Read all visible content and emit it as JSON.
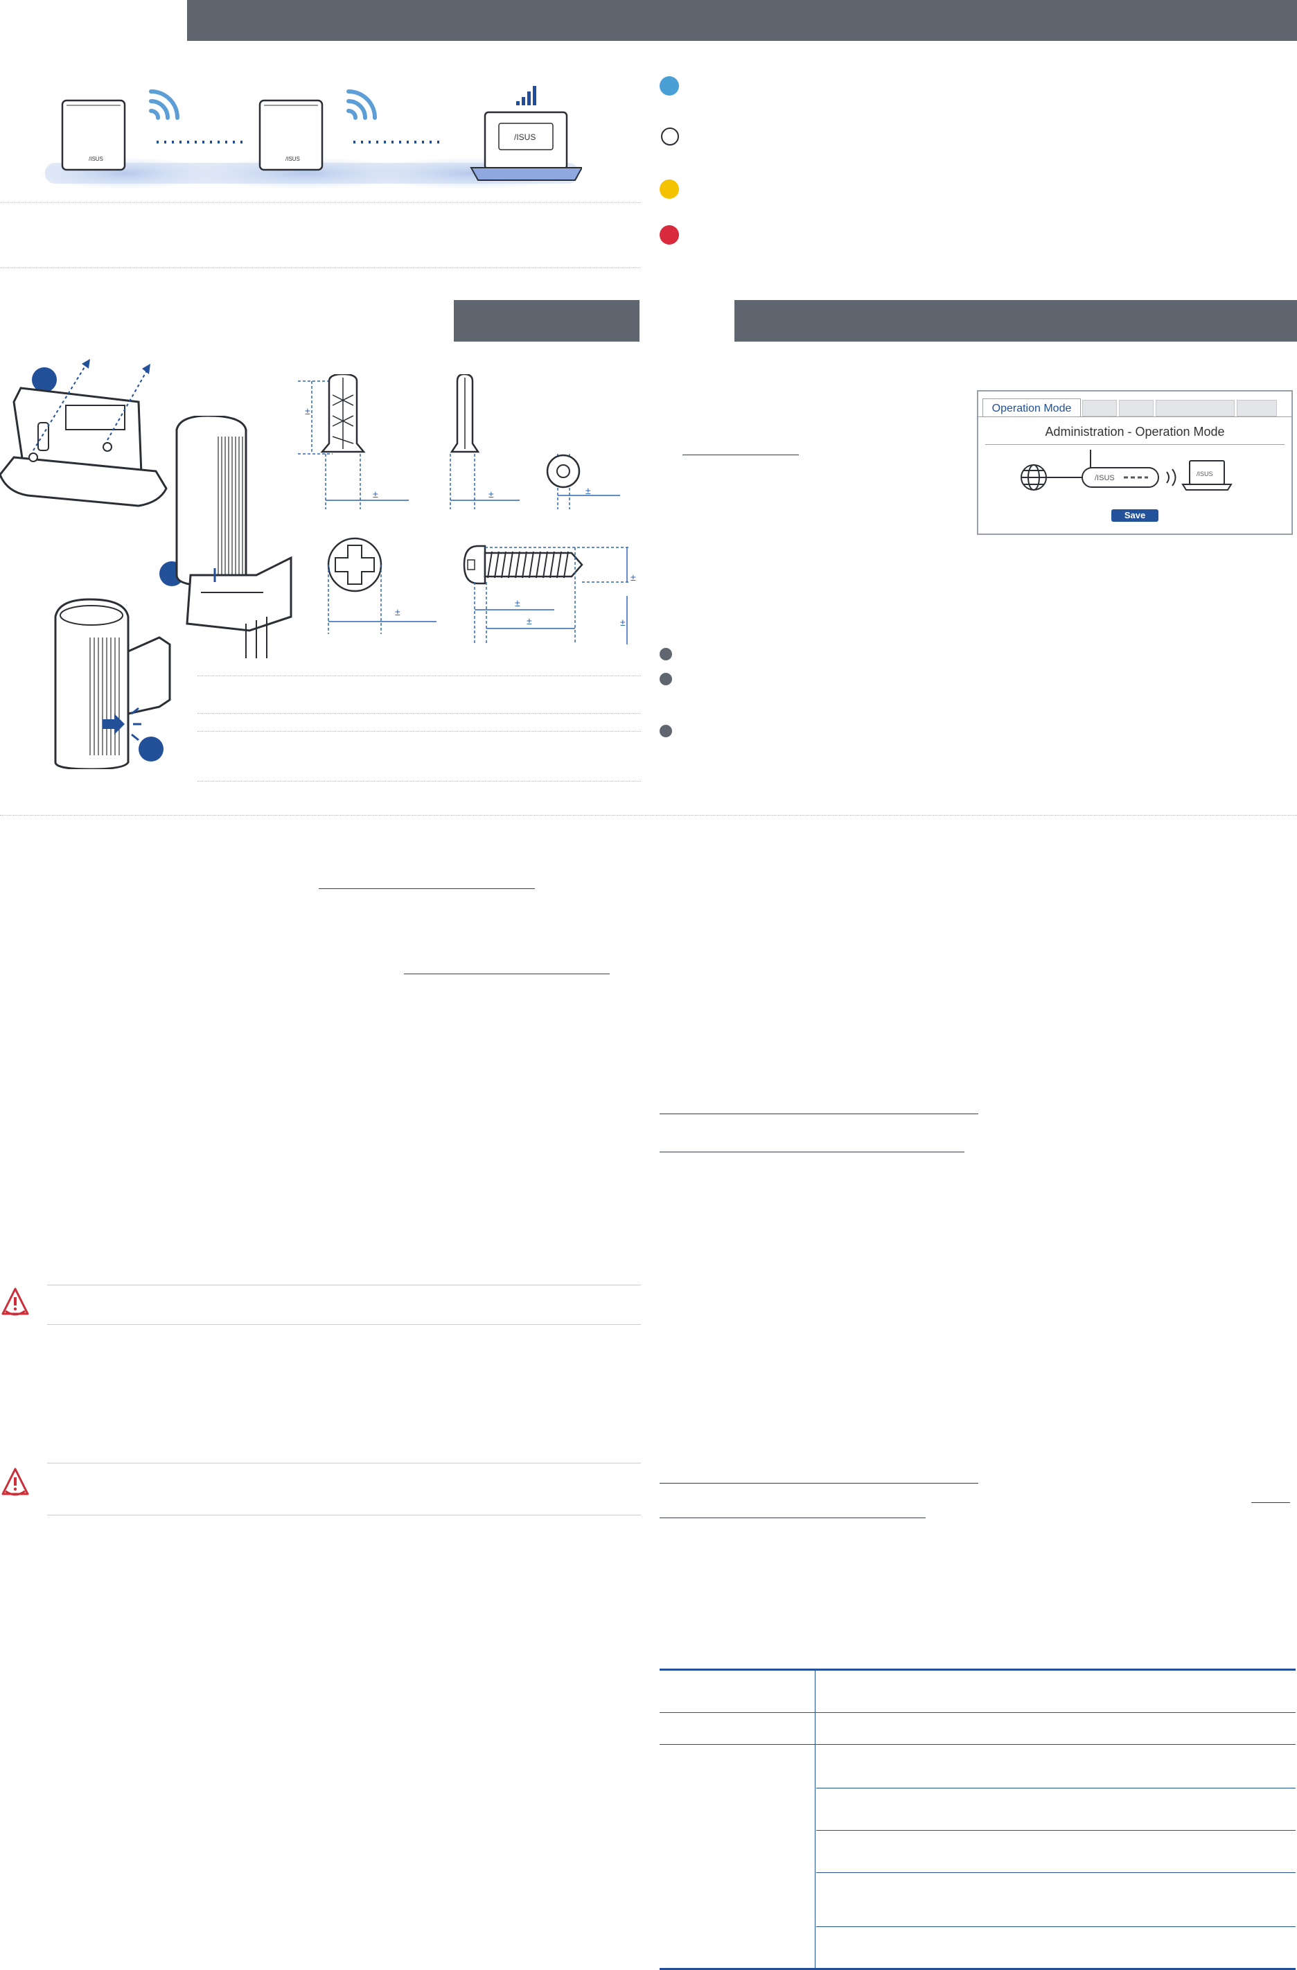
{
  "header": {
    "top_bar_color": "#5f6670"
  },
  "setup_diagram": {
    "devices": [
      "router-icon",
      "router-icon",
      "laptop-icon"
    ],
    "laptop_brand": "/ISUS",
    "router_brand": "/ISUS"
  },
  "led_indicators": [
    {
      "color": "#4a9fd5",
      "style": "solid"
    },
    {
      "color": "#ffffff",
      "style": "outline"
    },
    {
      "color": "#f5c200",
      "style": "solid"
    },
    {
      "color": "#d8293d",
      "style": "solid"
    }
  ],
  "wall_mount": {
    "step_numbers": [
      "",
      "",
      ""
    ],
    "dimension_marks": [
      "±",
      "±",
      "±",
      "±",
      "±",
      "±",
      "±",
      "±",
      "±"
    ]
  },
  "operation_mode_panel": {
    "active_tab": "Operation Mode",
    "heading": "Administration - Operation Mode",
    "save_label": "Save",
    "router_brand": "/ISUS",
    "laptop_brand": "/ISUS"
  },
  "colors": {
    "accent_blue": "#22519a",
    "bar_gray": "#5f6670",
    "warning_red": "#cc2f3a"
  }
}
